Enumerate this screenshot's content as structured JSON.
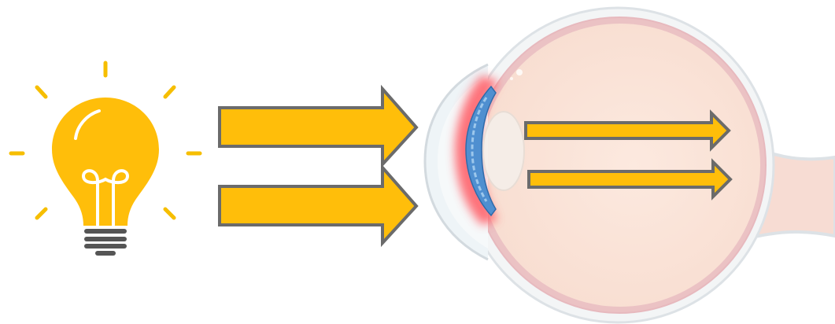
{
  "diagram": {
    "elements": [
      {
        "id": "light-bulb",
        "icon": "light-bulb-icon"
      },
      {
        "id": "incoming-light-arrows",
        "count": 2
      },
      {
        "id": "eye-cross-section",
        "icon": "eye-cross-section-icon"
      },
      {
        "id": "refracted-light-arrows",
        "count": 2
      }
    ],
    "text": []
  },
  "colors": {
    "bulb": "#FFBE0A",
    "bulb_rays": "#F6BE00",
    "bulb_filament": "#FFFFFF",
    "bulb_base": "#555555",
    "arrow_fill": "#FFBE0A",
    "arrow_stroke": "#6B6B6B",
    "eyeball_fill": "#FBE5DA",
    "sclera_outline": "#DDE2E6",
    "choroid": "#E7B9BE",
    "optic_nerve": "#F7DCD3",
    "cornea_glow": "#FF5A64",
    "iris": "#4F8FD0",
    "iris_light": "#9CC7EC",
    "lens": "#F5EFEA"
  }
}
